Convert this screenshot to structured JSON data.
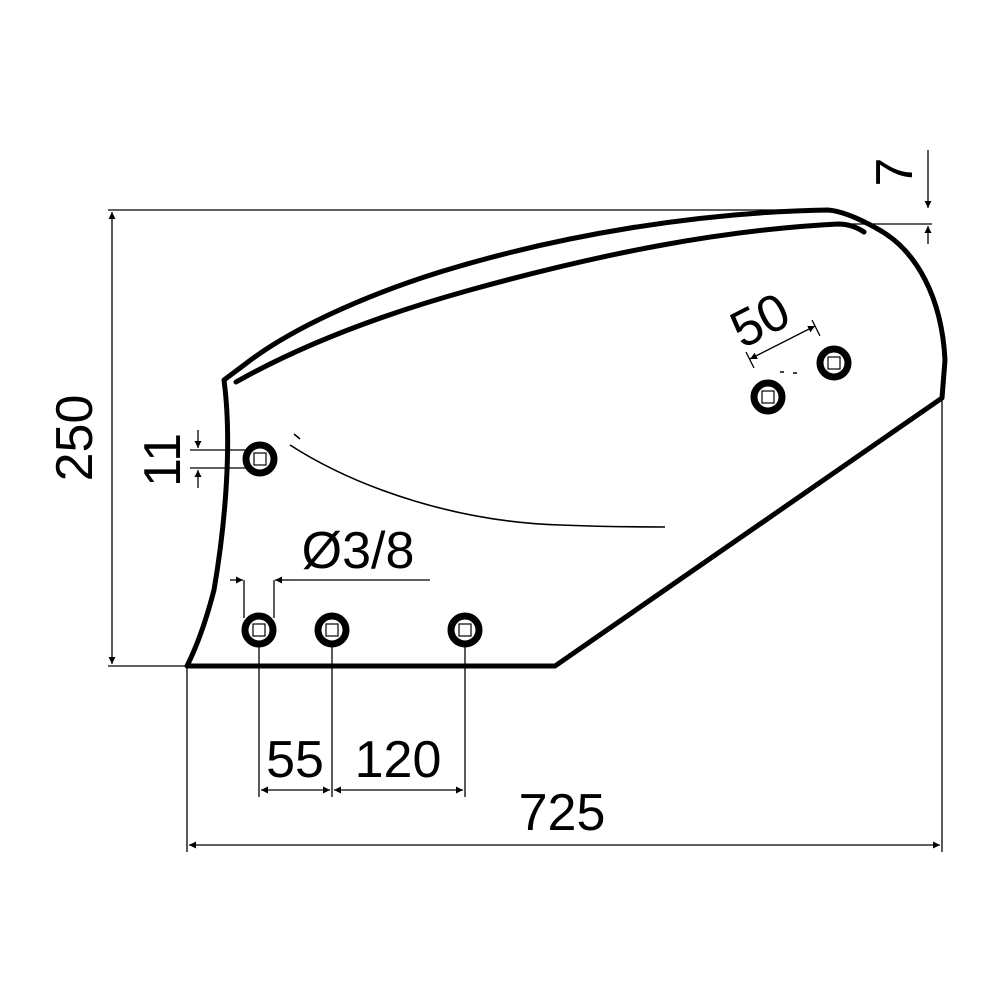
{
  "dimensions": {
    "overall_length": "725",
    "overall_height": "250",
    "edge_offset": "7",
    "hole_spacing_top": "50",
    "hole_offset_vertical": "11",
    "hole_diameter": "Ø3/8",
    "hole_spacing_bottom_1": "55",
    "hole_spacing_bottom_2": "120"
  },
  "colors": {
    "line": "#000000",
    "background": "#ffffff"
  }
}
